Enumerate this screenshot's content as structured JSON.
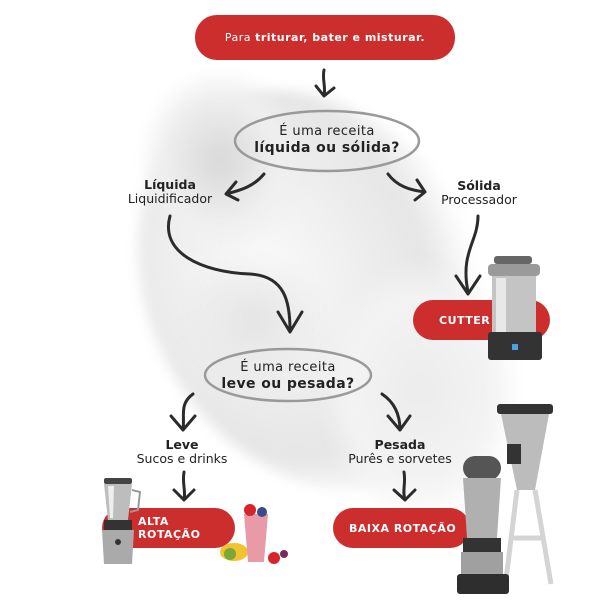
{
  "header": {
    "prefix": "Para",
    "emphasis": "triturar, bater e misturar."
  },
  "question1": {
    "line1": "É uma receita",
    "line2": "líquida ou sólida?"
  },
  "liquid": {
    "title": "Líquida",
    "subtitle": "Liquidificador"
  },
  "solid": {
    "title": "Sólida",
    "subtitle": "Processador"
  },
  "cutter_label": "CUTTER",
  "question2": {
    "line1": "É uma receita",
    "line2": "leve ou pesada?"
  },
  "light": {
    "title": "Leve",
    "subtitle": "Sucos e drinks"
  },
  "heavy": {
    "title": "Pesada",
    "subtitle": "Purês e sorvetes"
  },
  "high_speed_label": "ALTA ROTAÇÃO",
  "low_speed_label": "BAIXA ROTAÇÃO",
  "colors": {
    "accent": "#cc2e2e",
    "text": "#222222"
  }
}
